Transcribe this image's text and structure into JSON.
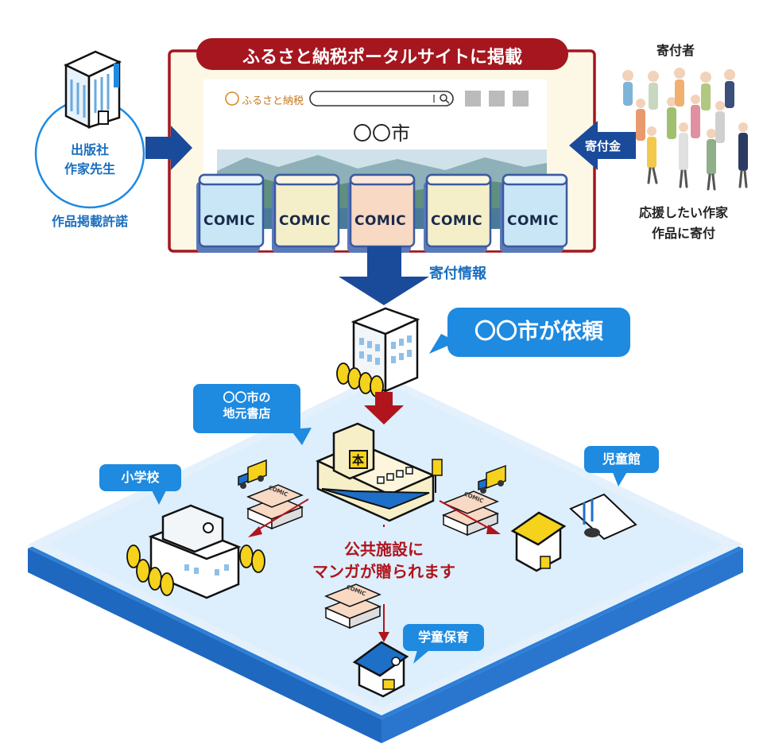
{
  "portal": {
    "banner": "ふるさと納税ポータルサイトに掲載",
    "site_logo": "ふるさと納税",
    "city_title": "〇〇市",
    "comic_labels": [
      "COMIC",
      "COMIC",
      "COMIC",
      "COMIC",
      "COMIC"
    ]
  },
  "publisher": {
    "lines": [
      "出版社",
      "作家先生"
    ],
    "caption": "作品掲載許諾"
  },
  "donors": {
    "title": "寄付者",
    "arrow_label": "寄付金",
    "caption_lines": [
      "応援したい作家",
      "作品に寄付"
    ]
  },
  "flow": {
    "info_label": "寄付情報",
    "city_request": "〇〇市が依頼",
    "bookstore_lines": [
      "〇〇市の",
      "地元書店"
    ],
    "bookstore_sign": "本",
    "school": "小学校",
    "children_hall": "児童館",
    "afterschool": "学童保育",
    "result_lines": [
      "公共施設に",
      "マンガが贈られます"
    ],
    "book_label": "COMIC"
  },
  "colors": {
    "banner_red": "#a5161f",
    "accent_blue": "#1e8ae0",
    "arrow_navy": "#1a4a9a",
    "platform_top": "#e4f1fc",
    "platform_side": "#2d7fd6"
  }
}
